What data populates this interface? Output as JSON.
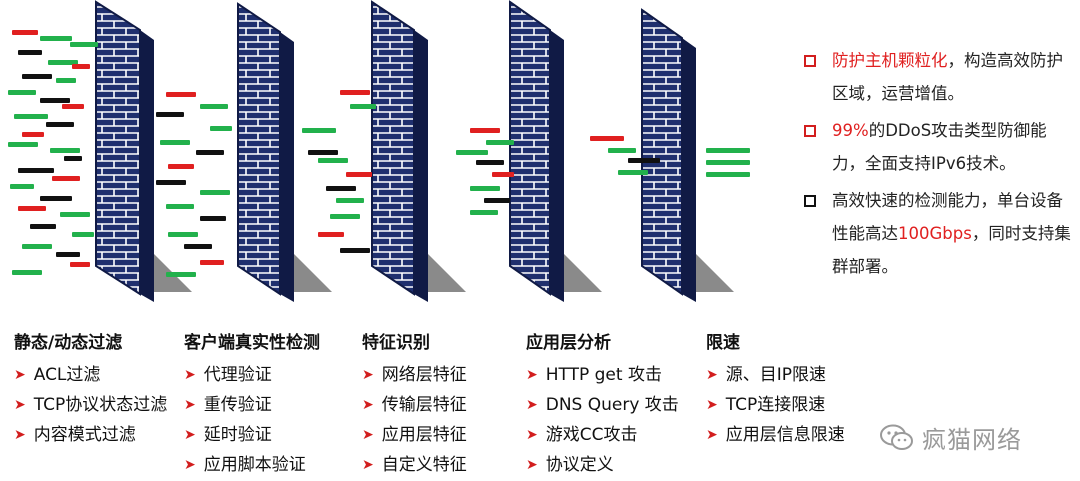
{
  "colors": {
    "wall": "#1f2f6e",
    "wall_dark": "#101a45",
    "brick_line": "#ffffff",
    "red": "#e02020",
    "green": "#22b14c",
    "black": "#111111",
    "shadow": "#8a8a8a"
  },
  "columns": [
    {
      "title": "静态/动态过滤",
      "items": [
        "ACL过滤",
        "TCP协议状态过滤",
        "内容模式过滤"
      ]
    },
    {
      "title": "客户端真实性检测",
      "items": [
        "代理验证",
        "重传验证",
        "延时验证",
        "应用脚本验证"
      ]
    },
    {
      "title": "特征识别",
      "items": [
        "网络层特征",
        "传输层特征",
        "应用层特征",
        "自定义特征"
      ]
    },
    {
      "title": "应用层分析",
      "items": [
        "HTTP get 攻击",
        "DNS Query 攻击",
        "游戏CC攻击",
        "协议定义"
      ]
    },
    {
      "title": "限速",
      "items": [
        "源、目IP限速",
        "TCP连接限速",
        "应用层信息限速"
      ]
    }
  ],
  "bullets": [
    {
      "box": "red",
      "hl": "防护主机颗粒化",
      "pre": "",
      "post": "，构造高效防护区域，运营增值。"
    },
    {
      "box": "red",
      "hl": "99%",
      "pre": "",
      "post": "的DDoS攻击类型防御能力，全面支持IPv6技术。"
    },
    {
      "box": "black",
      "pre": "高效快速的检测能力，单台设备性能高达",
      "hl": "100Gbps",
      "post": "，同时支持集群部署。"
    }
  ],
  "watermark": {
    "text": "疯猫网络",
    "icon": "wechat-icon"
  }
}
